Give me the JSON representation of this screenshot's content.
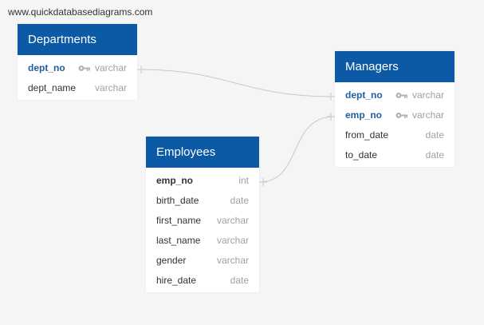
{
  "watermark": "www.quickdatabasediagrams.com",
  "colors": {
    "header": "#0c5aa6",
    "header_text": "#ffffff",
    "key_field": "#1f5f9f",
    "type_text": "#a0a0a0",
    "connector": "#c8c8c8",
    "background": "#f4f5f4"
  },
  "tables": {
    "departments": {
      "title": "Departments",
      "fields": [
        {
          "name": "dept_no",
          "type": "varchar",
          "key": true
        },
        {
          "name": "dept_name",
          "type": "varchar",
          "key": false
        }
      ]
    },
    "managers": {
      "title": "Managers",
      "fields": [
        {
          "name": "dept_no",
          "type": "varchar",
          "key": true
        },
        {
          "name": "emp_no",
          "type": "varchar",
          "key": true
        },
        {
          "name": "from_date",
          "type": "date",
          "key": false
        },
        {
          "name": "to_date",
          "type": "date",
          "key": false
        }
      ]
    },
    "employees": {
      "title": "Employees",
      "fields": [
        {
          "name": "emp_no",
          "type": "int",
          "key": false
        },
        {
          "name": "birth_date",
          "type": "date",
          "key": false
        },
        {
          "name": "first_name",
          "type": "varchar",
          "key": false
        },
        {
          "name": "last_name",
          "type": "varchar",
          "key": false
        },
        {
          "name": "gender",
          "type": "varchar",
          "key": false
        },
        {
          "name": "hire_date",
          "type": "date",
          "key": false
        }
      ]
    }
  },
  "relationships": [
    {
      "from": "departments.dept_no",
      "to": "managers.dept_no"
    },
    {
      "from": "employees.emp_no",
      "to": "managers.emp_no"
    }
  ],
  "icons": {
    "key": "key-icon"
  }
}
